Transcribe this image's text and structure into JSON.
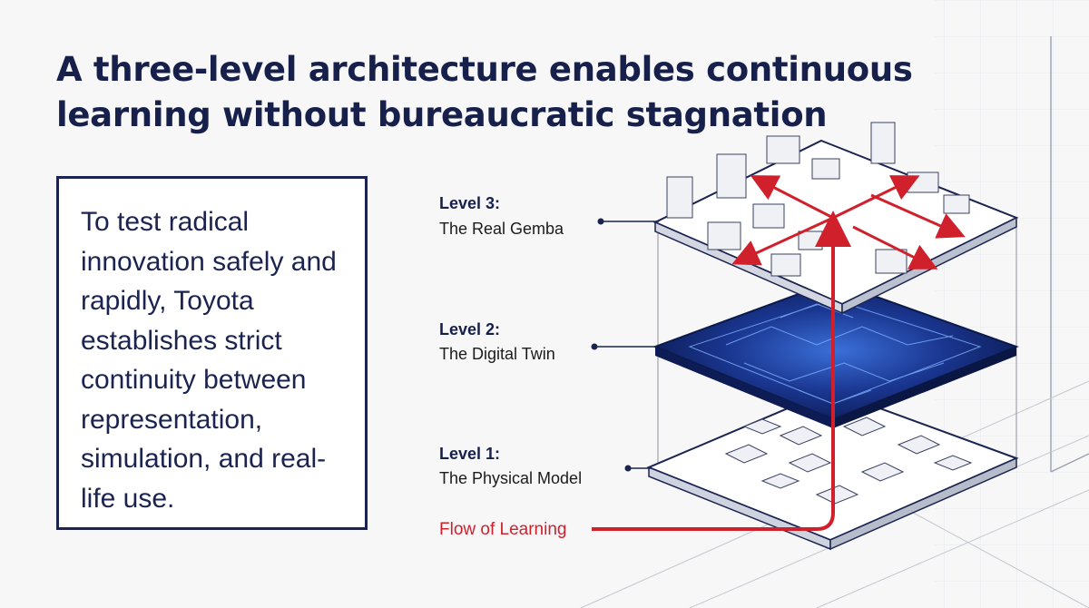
{
  "title": "A three-level architecture enables continuous learning without bureaucratic stagnation",
  "body_text": "To test radical innovation safely and rapidly, Toyota establishes strict continuity between representation, simulation, and real-life use.",
  "levels": [
    {
      "heading": "Level 3:",
      "name": "The Real Gemba"
    },
    {
      "heading": "Level 2:",
      "name": "The Digital Twin"
    },
    {
      "heading": "Level 1:",
      "name": "The Physical Model"
    }
  ],
  "flow_label": "Flow of Learning",
  "colors": {
    "navy": "#16204a",
    "accent_red": "#d0202c",
    "twin_blue": "#142a74",
    "plate": "#ffffff"
  }
}
